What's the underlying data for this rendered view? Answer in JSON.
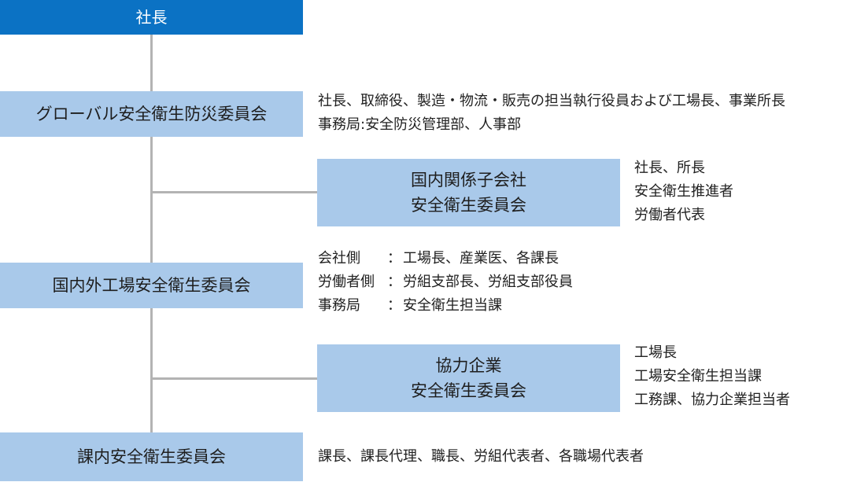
{
  "president": {
    "label": "社長"
  },
  "global_committee": {
    "label": "グローバル安全衛生防災委員会",
    "members_line1": "社長、取締役、製造・物流・販売の担当執行役員および工場長、事業所長",
    "members_line2": "事務局:安全防災管理部、人事部"
  },
  "domestic_subsidiary_committee": {
    "label_line1": "国内関係子会社",
    "label_line2": "安全衛生委員会",
    "members": [
      "社長、所長",
      "安全衛生推進者",
      "労働者代表"
    ]
  },
  "factory_committee": {
    "label": "国内外工場安全衛生委員会",
    "rows": [
      {
        "role": "会社側",
        "colon": "：",
        "members": "工場長、産業医、各課長"
      },
      {
        "role": "労働者側",
        "colon": "：",
        "members": "労組支部長、労組支部役員"
      },
      {
        "role": "事務局",
        "colon": "：",
        "members": "安全衛生担当課"
      }
    ]
  },
  "partner_committee": {
    "label_line1": "協力企業",
    "label_line2": "安全衛生委員会",
    "members": [
      "工場長",
      "工場安全衛生担当課",
      "工務課、協力企業担当者"
    ]
  },
  "section_committee": {
    "label": "課内安全衛生委員会",
    "members": "課長、課長代理、職長、労組代表者、各職場代表者"
  },
  "colors": {
    "president_box": "#0b72c4",
    "committee_box": "#a9c9ea",
    "connector": "#b3b3b3"
  }
}
